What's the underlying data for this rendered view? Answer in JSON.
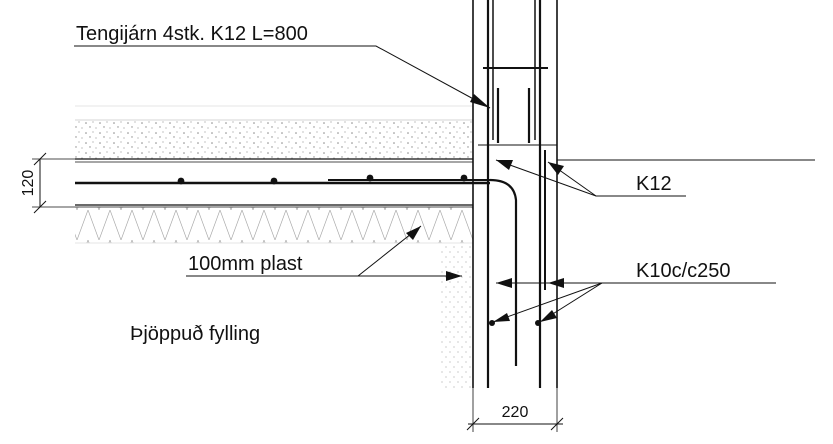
{
  "labels": {
    "tie_bars": "Tengijárn 4stk. K12 L=800",
    "k12": "K12",
    "insulation": "100mm plast",
    "stirrups": "K10c/c250",
    "fill": "Þjöppuð fylling"
  },
  "dimensions": {
    "slab_thickness": "120",
    "wall_thickness": "220"
  },
  "colors": {
    "ink": "#111111",
    "background": "#ffffff"
  }
}
